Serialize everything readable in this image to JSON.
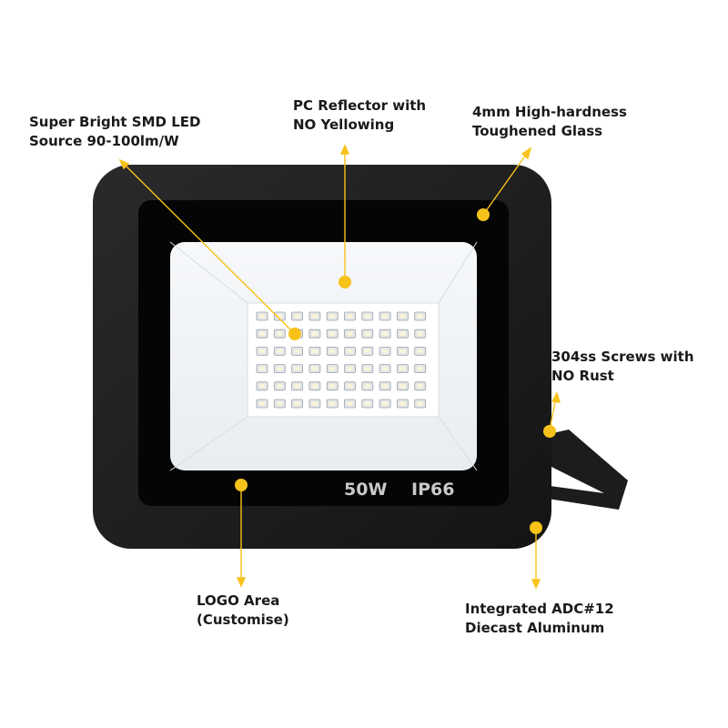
{
  "product": {
    "wattage": "50W",
    "rating": "IP66"
  },
  "callouts": {
    "led": {
      "line1": "Super Bright SMD LED",
      "line2": "Source 90-100lm/W"
    },
    "reflector": {
      "line1": "PC Reflector with",
      "line2": "NO Yellowing"
    },
    "glass": {
      "line1": "4mm High-hardness",
      "line2": "Toughened Glass"
    },
    "screws": {
      "line1": "304ss Screws with",
      "line2": "NO Rust"
    },
    "logo": {
      "line1": "LOGO Area",
      "line2": "(Customise)"
    },
    "housing": {
      "line1": "Integrated ADC#12",
      "line2": "Diecast Aluminum"
    }
  },
  "led_grid": {
    "rows": 6,
    "cols": 10
  },
  "colors": {
    "housing": "#1e1e1e",
    "glass_frame": "#050505",
    "reflector": "#f1f4f6",
    "marker": "#f7c21a",
    "text": "#1a1a1a",
    "print": "#c9c9c9"
  }
}
